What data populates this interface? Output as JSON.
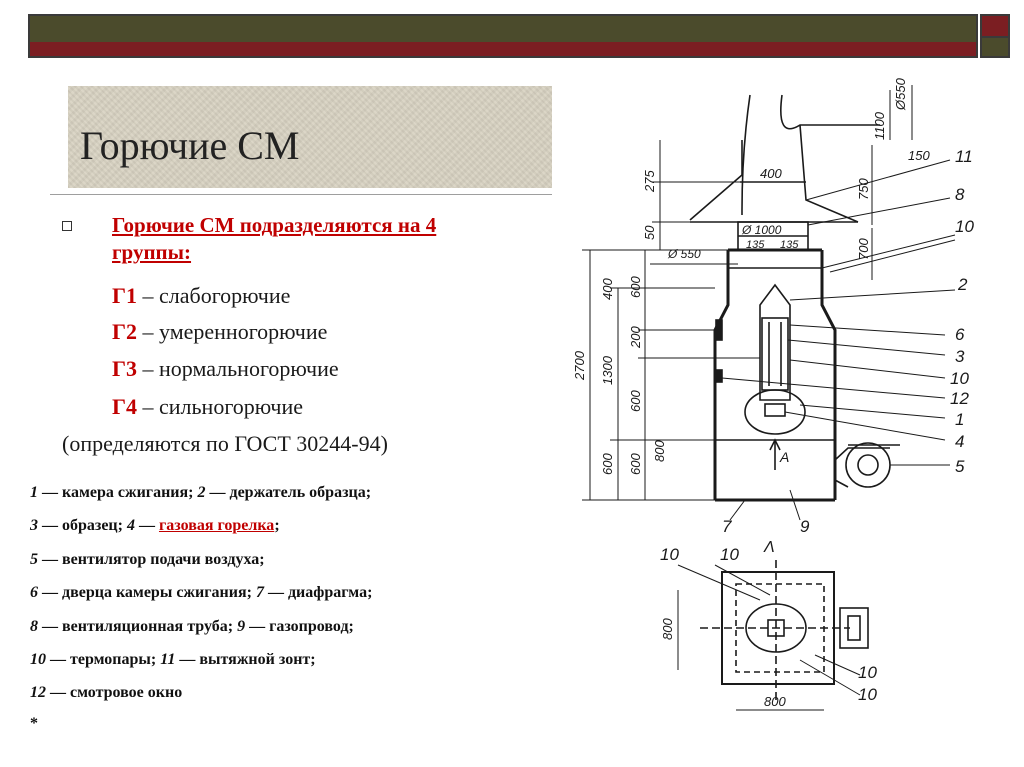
{
  "slide": {
    "title": "Горючие СМ",
    "lead": "Горючие СМ подразделяются на 4 группы:",
    "groups": [
      {
        "code": "Г1",
        "sep": " – ",
        "name": "слабогорючие"
      },
      {
        "code": "Г2",
        "sep": " – ",
        "name": "умеренногорючие"
      },
      {
        "code": "Г3",
        "sep": " – ",
        "name": "нормальногорючие"
      },
      {
        "code": "Г4",
        "sep": " – ",
        "name": "сильногорючие"
      }
    ],
    "note": "(определяются по ГОСТ 30244-94)"
  },
  "legend": {
    "l1": {
      "n1": "1",
      "t1": " — камера сжигания; ",
      "n2": "2",
      "t2": " — держатель образца;"
    },
    "l2": {
      "n1": "3",
      "t1": " — образец; ",
      "n2": "4",
      "t2": " — ",
      "h": "газовая горелка",
      "t3": ";"
    },
    "l3": {
      "n1": "5",
      "t1": " — вентилятор подачи воздуха;"
    },
    "l4": {
      "n1": "6",
      "t1": " — дверца камеры сжигания; ",
      "n2": "7",
      "t2": " — диафрагма;"
    },
    "l5": {
      "n1": "8",
      "t1": " — вентиляционная труба; ",
      "n2": "9",
      "t2": " — газопровод;"
    },
    "l6": {
      "n1": "10",
      "t1": " — термопары; ",
      "n2": "11",
      "t2": " — вытяжной зонт;"
    },
    "l7": {
      "n1": "12",
      "t1": " — смотровое окно"
    },
    "l8": "*"
  },
  "drawing": {
    "dims": {
      "d550_top": "Ø550",
      "d1100": "1100",
      "d150": "150",
      "d275": "275",
      "d400": "400",
      "d750": "750",
      "d50": "50",
      "d1000": "Ø 1000",
      "d700": "700",
      "d550": "Ø 550",
      "d135a": "135",
      "d135b": "135",
      "d2700": "2700",
      "d400b": "400",
      "d600a": "600",
      "d200": "200",
      "d1300": "1300",
      "d600b": "600",
      "d600c": "600",
      "d600d": "600",
      "d800": "800",
      "dA": "A",
      "d800s": "800",
      "d800b": "800",
      "dLambda": "Λ"
    },
    "labels": {
      "l11": "11",
      "l8": "8",
      "l10a": "10",
      "l2": "2",
      "l6": "6",
      "l3": "3",
      "l10b": "10",
      "l12": "12",
      "l1": "1",
      "l4": "4",
      "l5": "5",
      "l7": "7",
      "l9": "9",
      "l10c": "10",
      "l10d": "10",
      "l10e": "10",
      "l10f": "10"
    }
  }
}
